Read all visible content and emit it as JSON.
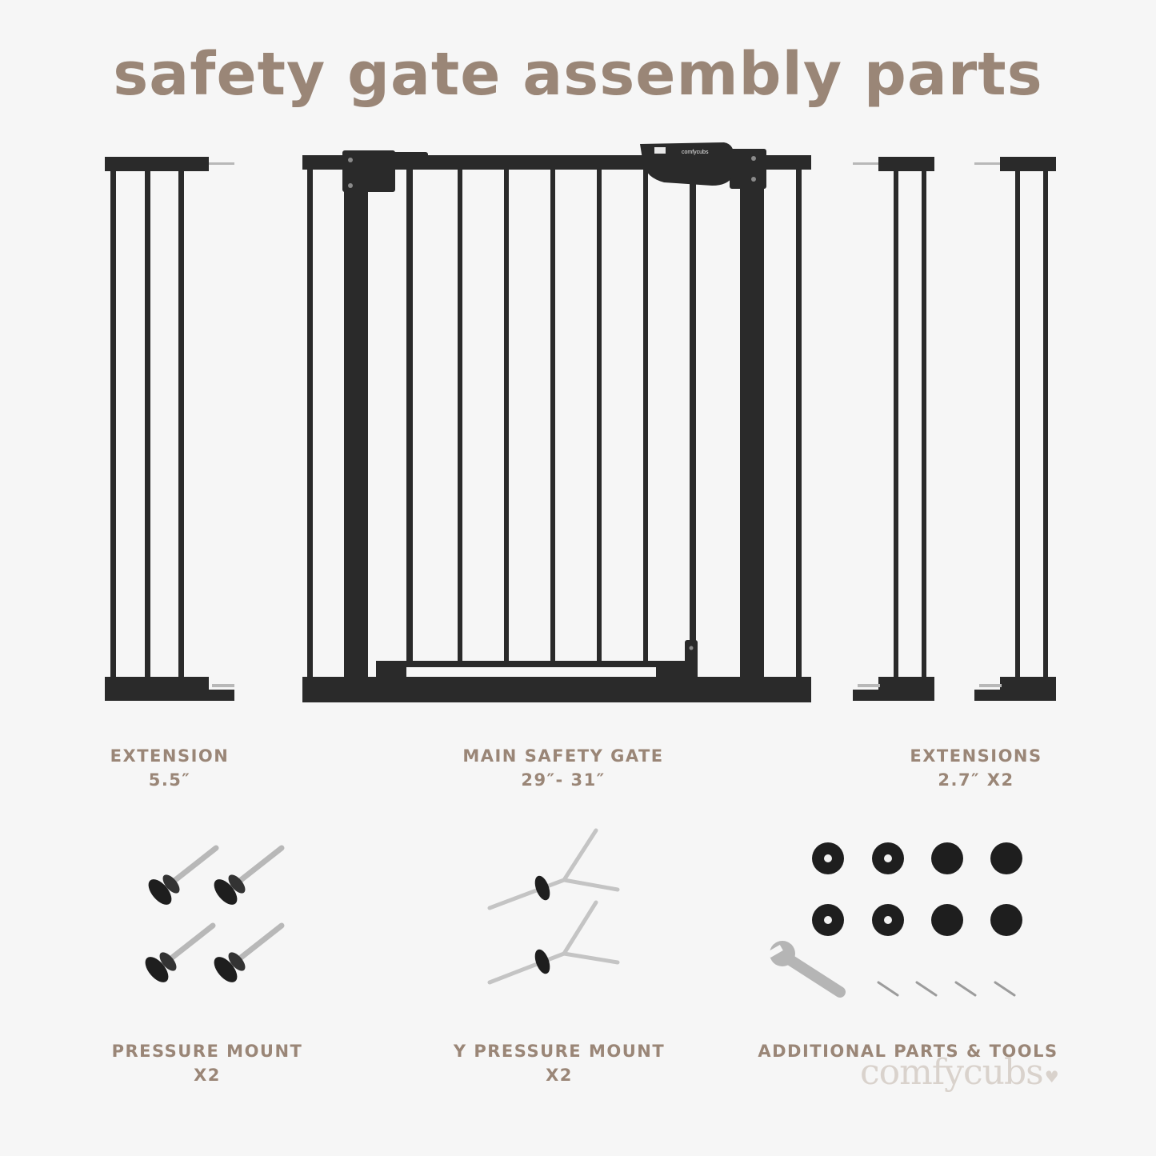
{
  "title": "safety gate assembly parts",
  "parts": [
    {
      "name": "EXTENSION",
      "size": "5.5″"
    },
    {
      "name": "MAIN SAFETY GATE",
      "size": "29″- 31″"
    },
    {
      "name": "EXTENSIONS",
      "size": "2.7″ X2"
    },
    {
      "name": "PRESSURE MOUNT",
      "size": "X2"
    },
    {
      "name": "Y PRESSURE MOUNT",
      "size": "X2"
    },
    {
      "name": "ADDITIONAL PARTS & TOOLS",
      "size": ""
    }
  ],
  "latch_logo": "comfycubs",
  "brand": "comfycubs",
  "colors": {
    "label": "#9a8677",
    "metal": "#2a2a2a",
    "brand": "#d9d2cc"
  }
}
